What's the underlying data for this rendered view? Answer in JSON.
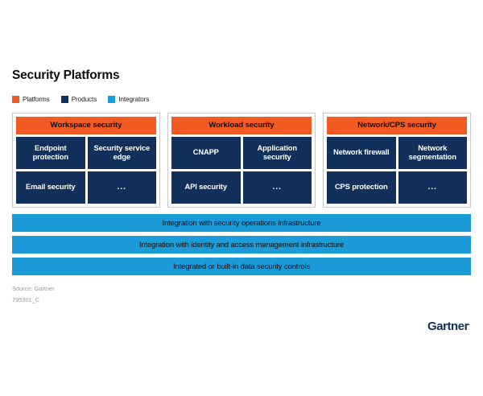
{
  "page": {
    "title": "Security Platforms",
    "background_color": "#ffffff"
  },
  "colors": {
    "platforms": "#f15a22",
    "products": "#12305c",
    "integrators": "#1b9bd8",
    "card_border": "#c9c9c9",
    "title_text": "#0d0d0d",
    "source_text": "#9a9a9a"
  },
  "legend": {
    "items": [
      {
        "label": "Platforms",
        "color": "#f15a22"
      },
      {
        "label": "Products",
        "color": "#12305c"
      },
      {
        "label": "Integrators",
        "color": "#1b9bd8"
      }
    ]
  },
  "groups": [
    {
      "header": "Workspace security",
      "cells": [
        "Endpoint protection",
        "Security service edge",
        "Email security",
        "..."
      ]
    },
    {
      "header": "Workload security",
      "cells": [
        "CNAPP",
        "Application security",
        "API security",
        "..."
      ]
    },
    {
      "header": "Network/CPS security",
      "cells": [
        "Network firewall",
        "Network segmentation",
        "CPS protection",
        "..."
      ]
    }
  ],
  "integration_bars": [
    "Integration with security operations infrastructure",
    "Integration with identity and access management infrastructure",
    "Integrated or built-in data security controls"
  ],
  "footer": {
    "source": "Source: Gartner",
    "doc_id": "795301_C",
    "logo": "Gartner",
    "logo_mark": "."
  }
}
